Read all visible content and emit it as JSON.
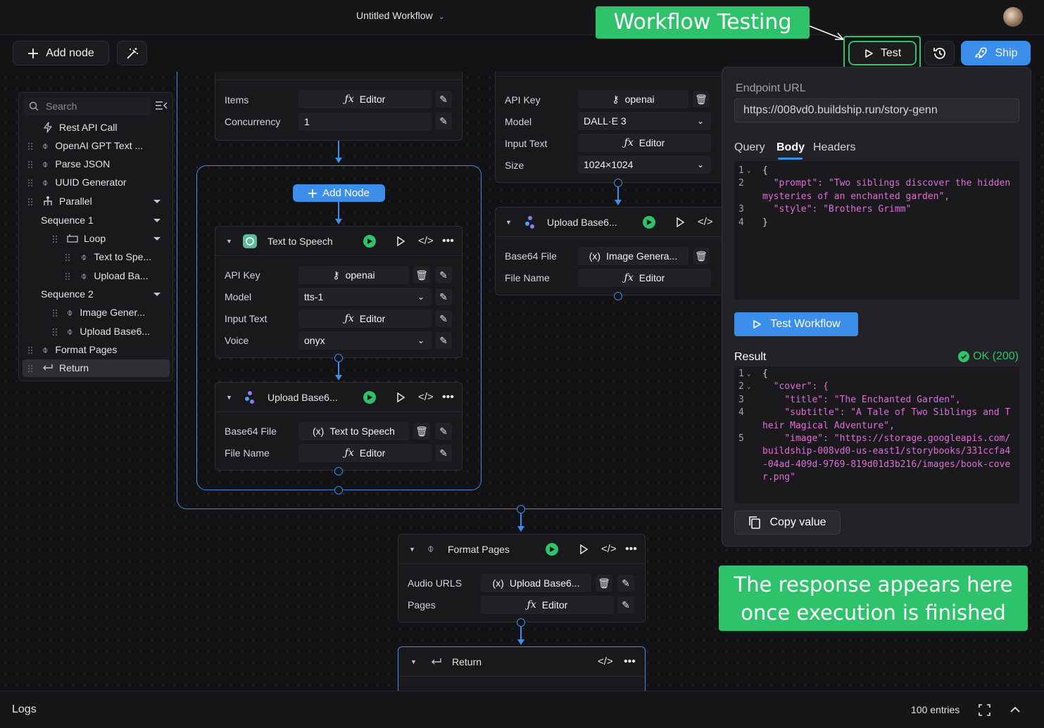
{
  "app": {
    "workflow_title": "Untitled Workflow"
  },
  "toolbar": {
    "add_node": "Add node",
    "test": "Test",
    "ship": "Ship"
  },
  "callouts": {
    "testing": "Workflow Testing",
    "response": "The response appears here once execution is finished"
  },
  "sidebar": {
    "search_placeholder": "Search",
    "items": [
      {
        "label": "Rest API Call"
      },
      {
        "label": "OpenAI GPT Text ..."
      },
      {
        "label": "Parse JSON"
      },
      {
        "label": "UUID Generator"
      },
      {
        "label": "Parallel"
      },
      {
        "label": "Sequence 1"
      },
      {
        "label": "Loop"
      },
      {
        "label": "Text to Spe..."
      },
      {
        "label": "Upload Ba..."
      },
      {
        "label": "Sequence 2"
      },
      {
        "label": "Image Gener..."
      },
      {
        "label": "Upload Base6..."
      },
      {
        "label": "Format Pages"
      },
      {
        "label": "Return"
      }
    ]
  },
  "loop_node": {
    "items_label": "Items",
    "items_value": "Editor",
    "concurrency_label": "Concurrency",
    "concurrency_value": "1"
  },
  "add_node_button": "Add Node",
  "tts_node": {
    "title": "Text to Speech",
    "rows": [
      {
        "label": "API Key",
        "value": "openai"
      },
      {
        "label": "Model",
        "value": "tts-1"
      },
      {
        "label": "Input Text",
        "value": "Editor"
      },
      {
        "label": "Voice",
        "value": "onyx"
      }
    ]
  },
  "upload_node_left": {
    "title": "Upload Base6...",
    "rows": [
      {
        "label": "Base64 File",
        "value": "Text to Speech"
      },
      {
        "label": "File Name",
        "value": "Editor"
      }
    ]
  },
  "image_node": {
    "rows": [
      {
        "label": "API Key",
        "value": "openai"
      },
      {
        "label": "Model",
        "value": "DALL·E 3"
      },
      {
        "label": "Input Text",
        "value": "Editor"
      },
      {
        "label": "Size",
        "value": "1024×1024"
      }
    ]
  },
  "upload_node_right": {
    "title": "Upload Base6...",
    "rows": [
      {
        "label": "Base64 File",
        "value": "Image Genera..."
      },
      {
        "label": "File Name",
        "value": "Editor"
      }
    ]
  },
  "format_node": {
    "title": "Format Pages",
    "rows": [
      {
        "label": "Audio URLS",
        "value": "Upload Base6..."
      },
      {
        "label": "Pages",
        "value": "Editor"
      }
    ]
  },
  "return_node": {
    "title": "Return"
  },
  "test_panel": {
    "endpoint_label": "Endpoint URL",
    "endpoint_value": "https://008vd0.buildship.run/story-genn",
    "tabs": [
      "Query",
      "Body",
      "Headers"
    ],
    "active_tab": "Body",
    "body_lines": [
      {
        "n": "1",
        "text": "{"
      },
      {
        "n": "2",
        "text": "  \"prompt\": \"Two siblings discover the hidden mysteries of an enchanted garden\","
      },
      {
        "n": "3",
        "text": "  \"style\": \"Brothers Grimm\""
      },
      {
        "n": "4",
        "text": "}"
      }
    ],
    "test_button": "Test Workflow",
    "result_label": "Result",
    "status": "OK (200)",
    "result_lines": [
      {
        "n": "1",
        "text": "{"
      },
      {
        "n": "2",
        "text": "  \"cover\": {"
      },
      {
        "n": "3",
        "text": "    \"title\": \"The Enchanted Garden\","
      },
      {
        "n": "4",
        "text": "    \"subtitle\": \"A Tale of Two Siblings and Their Magical Adventure\","
      },
      {
        "n": "5",
        "text": "    \"image\": \"https://storage.googleapis.com/buildship-008vd0-us-east1/storybooks/331ccfa4-04ad-409d-9769-819d01d3b216/images/book-cover.png\""
      }
    ],
    "copy_button": "Copy value"
  },
  "statusbar": {
    "logs": "Logs",
    "entries": "100 entries"
  },
  "colors": {
    "accent": "#3b8eea",
    "success": "#2ec26a",
    "background": "#131316"
  }
}
